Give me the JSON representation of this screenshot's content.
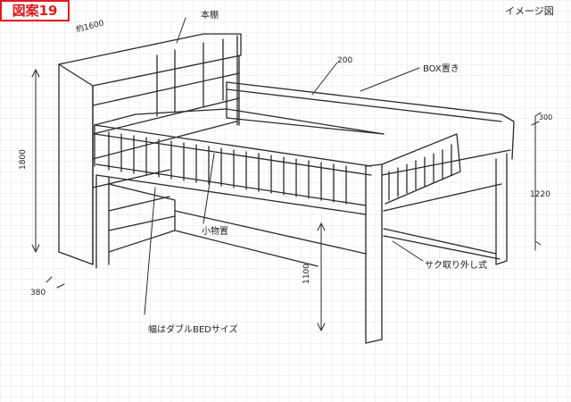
{
  "figure_tag": "図案19",
  "view_label": "イメージ図",
  "annotations": {
    "bookshelf": "本棚",
    "width_dim": "約1600",
    "shelf_dim": "200",
    "box_shelf": "BOX置き",
    "height_1800": "1800",
    "depth_380": "380",
    "shelf_h_300": "300",
    "side_1220": "1220",
    "small_items": "小物置",
    "leg_1100": "1100",
    "bed_size": "幅はダブルBEDサイズ",
    "guard": "サク取り外し式"
  },
  "colors": {
    "tag": "#e0191f",
    "grid": "#d3dce6",
    "ink": "#2a2a2a"
  }
}
